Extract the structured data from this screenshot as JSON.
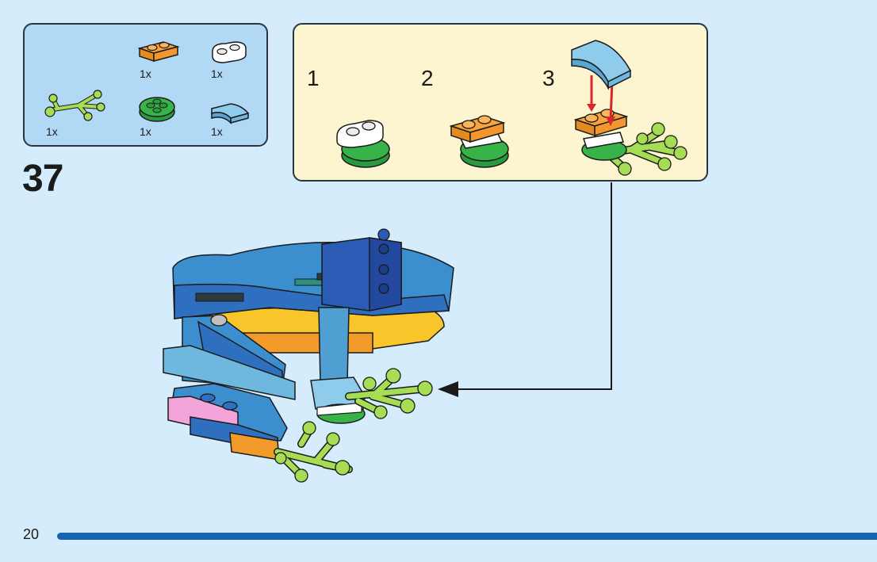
{
  "step": {
    "number": "37"
  },
  "page": {
    "number": "20"
  },
  "parts": [
    {
      "qty": "1x",
      "part": "orange-2x1-plate"
    },
    {
      "qty": "1x",
      "part": "white-2x1-rounded-plate"
    },
    {
      "qty": "1x",
      "part": "lime-green-leaf-plant-piece"
    },
    {
      "qty": "1x",
      "part": "green-2x2-round-plate"
    },
    {
      "qty": "1x",
      "part": "light-blue-curved-slope"
    }
  ],
  "substeps": [
    {
      "label": "1"
    },
    {
      "label": "2"
    },
    {
      "label": "3"
    }
  ],
  "colors": {
    "background": "#d4ecfb",
    "parts_box": "#b1d8f4",
    "substeps_box": "#fdf5cf",
    "progress": "#1465b2",
    "orange": "#f7a23a",
    "green": "#38b34a",
    "lime": "#a6dd55",
    "light_blue": "#6eb7de",
    "blue": "#2e6fc0",
    "yellow": "#f8c52b",
    "red_arrow": "#d8262c"
  }
}
